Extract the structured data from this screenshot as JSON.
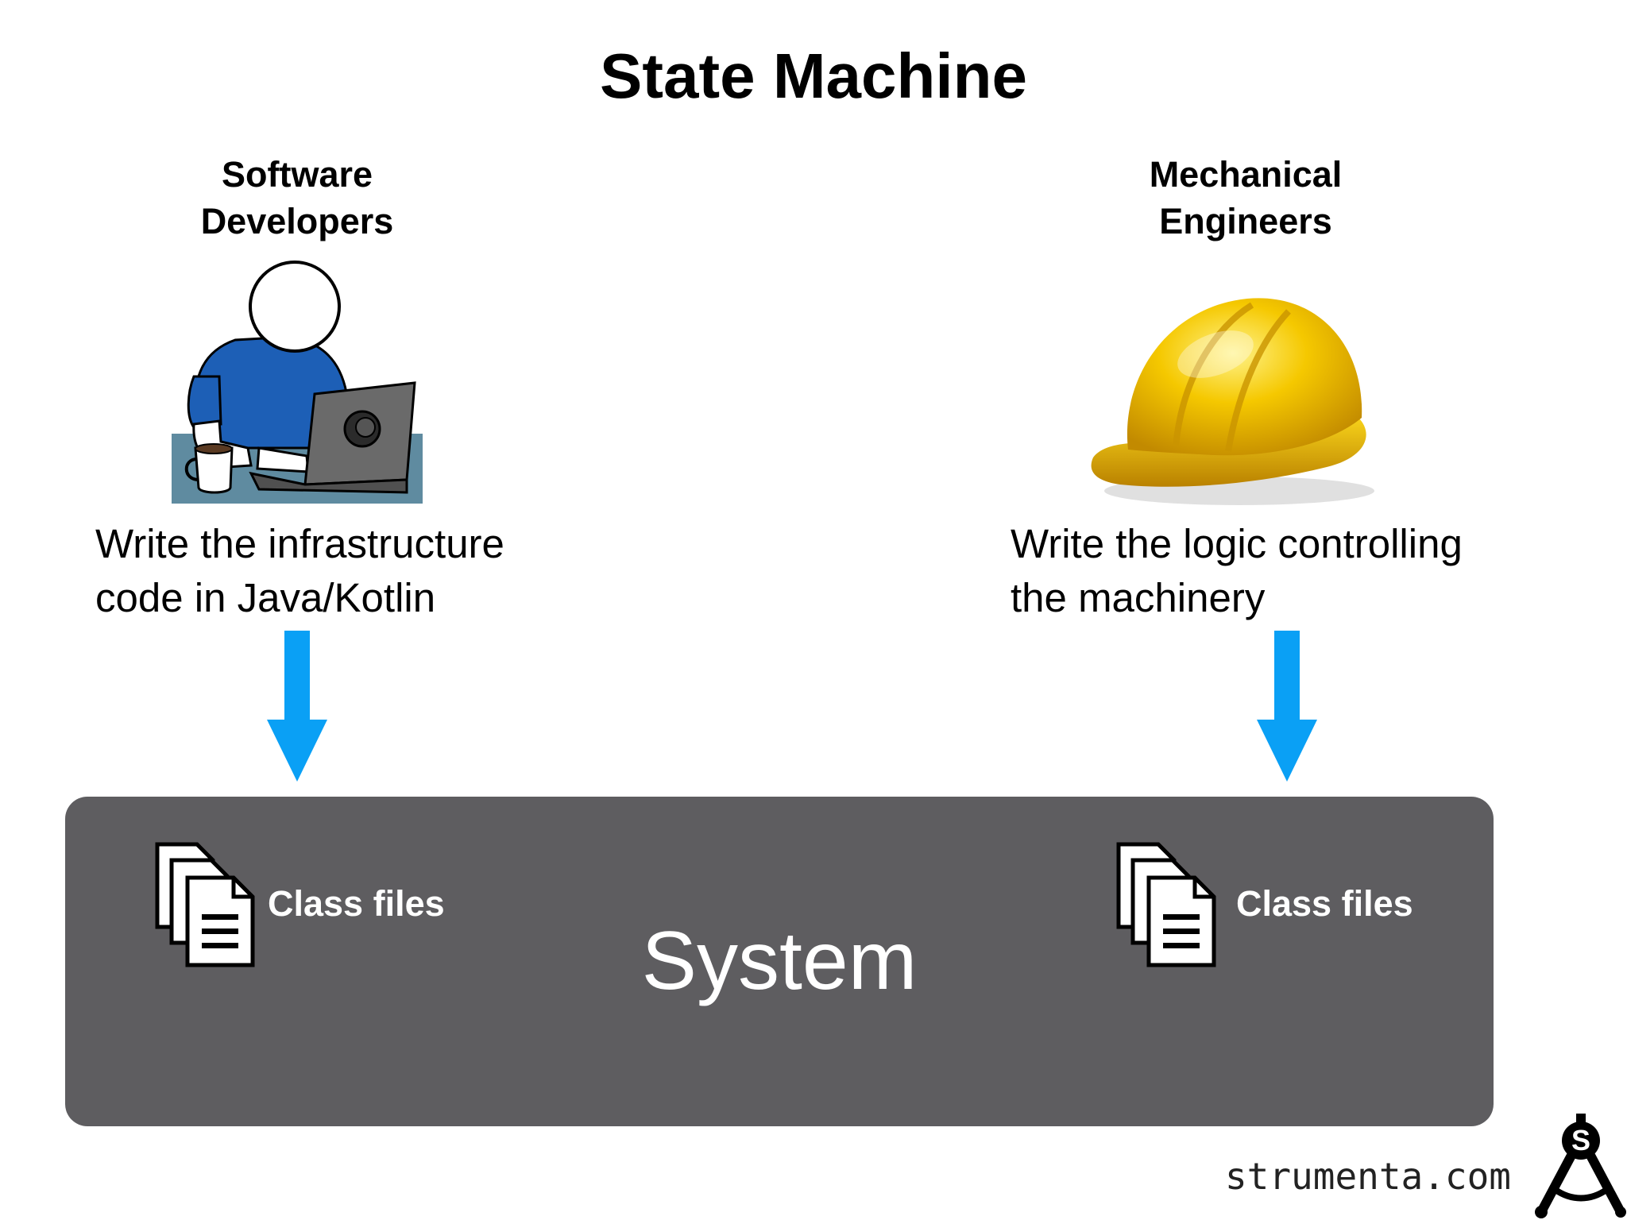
{
  "slide": {
    "title": "State Machine"
  },
  "roles": [
    {
      "label_lines": [
        "Software",
        "Developers"
      ],
      "description_lines": [
        "Write the infrastructure",
        "code in Java/Kotlin"
      ],
      "icon": "developer-at-laptop-icon"
    },
    {
      "label_lines": [
        "Mechanical",
        "Engineers"
      ],
      "description_lines": [
        "Write the logic controlling",
        "the machinery"
      ],
      "icon": "hard-hat-icon"
    }
  ],
  "system": {
    "label": "System",
    "outputs": [
      {
        "label": "Class files",
        "icon": "documents-icon"
      },
      {
        "label": "Class files",
        "icon": "documents-icon"
      }
    ]
  },
  "footer": {
    "site": "strumenta.com",
    "logo_letter": "S"
  },
  "colors": {
    "arrow": "#0aa0f5",
    "system_box": "#5e5d60",
    "hat": "#f5c800",
    "shirt": "#1d5fb6",
    "laptop": "#6a6a6a"
  }
}
